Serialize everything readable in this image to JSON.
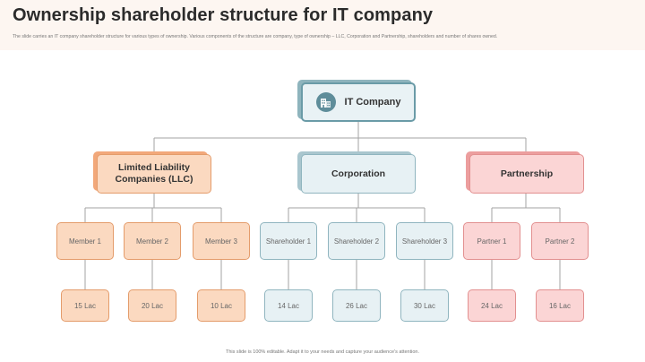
{
  "title": "Ownership shareholder structure for IT company",
  "subtitle": "The slide carries an IT company shareholder structure for various types of ownership. Various components of the structure are company, type of ownership – LLC, Corporation and Partnership, shareholders and number of shares owned.",
  "root": {
    "label": "IT Company",
    "icon": "building-icon"
  },
  "groups": [
    {
      "label": "Limited Liability Companies (LLC)",
      "color": "#fbd9c0",
      "members": [
        {
          "label": "Member 1",
          "value": "15 Lac"
        },
        {
          "label": "Member 2",
          "value": "20 Lac"
        },
        {
          "label": "Member 3",
          "value": "10 Lac"
        }
      ]
    },
    {
      "label": "Corporation",
      "color": "#e7f1f4",
      "members": [
        {
          "label": "Shareholder 1",
          "value": "14 Lac"
        },
        {
          "label": "Shareholder 2",
          "value": "26 Lac"
        },
        {
          "label": "Shareholder 3",
          "value": "30 Lac"
        }
      ]
    },
    {
      "label": "Partnership",
      "color": "#fbd5d5",
      "members": [
        {
          "label": "Partner 1",
          "value": "24 Lac"
        },
        {
          "label": "Partner 2",
          "value": "16 Lac"
        }
      ]
    }
  ],
  "footer": "This slide is 100% editable. Adapt it to your needs and capture your audience's attention."
}
